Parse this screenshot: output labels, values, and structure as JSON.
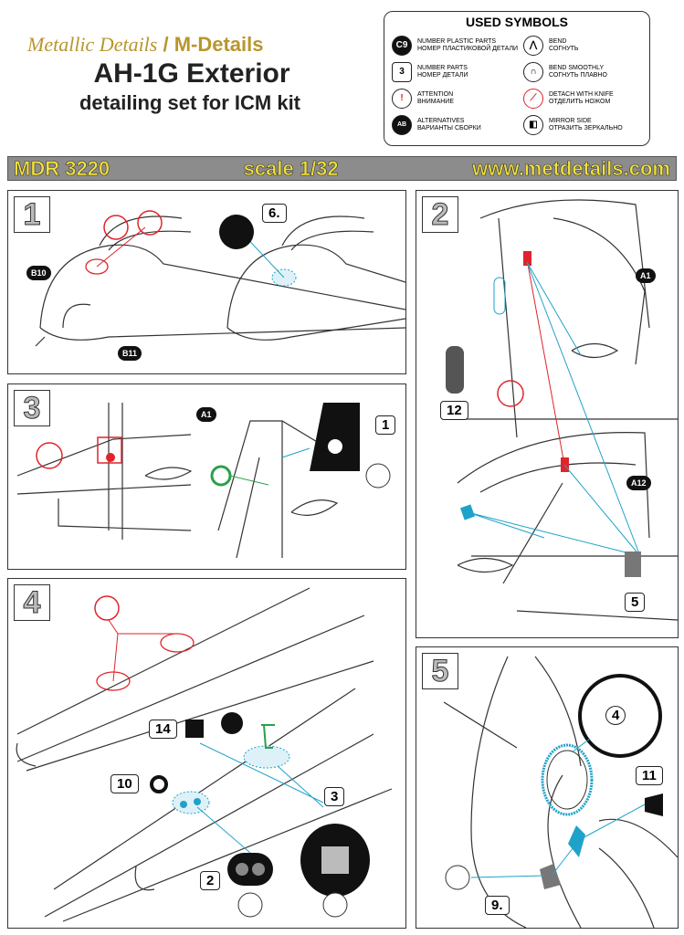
{
  "header": {
    "brand_script": "Metallic Details",
    "brand_sep": " / ",
    "brand_bold": "M-Details",
    "title": "AH-1G Exterior",
    "subtitle": "detailing set for ICM kit"
  },
  "symbols": {
    "title": "USED SYMBOLS",
    "items": [
      {
        "icon": "C9",
        "en": "NUMBER PLASTIC PARTS",
        "ru": "НОМЕР ПЛАСТИКОВОЙ ДЕТАЛИ"
      },
      {
        "icon": "3",
        "en": "NUMBER PARTS",
        "ru": "НОМЕР ДЕТАЛИ"
      },
      {
        "icon": "!",
        "en": "ATTENTION",
        "ru": "ВНИМАНИЕ"
      },
      {
        "icon": "AB",
        "en": "ALTERNATIVES",
        "ru": "ВАРИАНТЫ СБОРКИ"
      },
      {
        "icon": "bend",
        "en": "BEND",
        "ru": "СОГНУТЬ"
      },
      {
        "icon": "bend-smooth",
        "en": "BEND SMOOTHLY",
        "ru": "СОГНУТЬ ПЛАВНО"
      },
      {
        "icon": "knife",
        "en": "DETACH WITH KNIFE",
        "ru": "ОТДЕЛИТЬ НОЖОМ"
      },
      {
        "icon": "mirror",
        "en": "MIRROR SIDE",
        "ru": "ОТРАЗИТЬ ЗЕРКАЛЬНО"
      }
    ]
  },
  "band": {
    "code": "MDR 3220",
    "scale": "scale 1/32",
    "url": "www.metdetails.com"
  },
  "steps": {
    "s1": {
      "num": "1",
      "labels": [
        "B10",
        "B11",
        "6."
      ]
    },
    "s2": {
      "num": "2",
      "labels": [
        "A1",
        "12",
        "A12",
        "5"
      ]
    },
    "s3": {
      "num": "3",
      "labels": [
        "A1",
        "1"
      ]
    },
    "s4": {
      "num": "4",
      "labels": [
        "14",
        "10",
        "3",
        "2"
      ]
    },
    "s5": {
      "num": "5",
      "labels": [
        "4",
        "11",
        "9."
      ]
    }
  },
  "colors": {
    "knife": "#e0242a",
    "leader": "#1fa2c9",
    "band": "#8c8c8c",
    "bandText": "#f4e23a",
    "green": "#2aa04a"
  }
}
